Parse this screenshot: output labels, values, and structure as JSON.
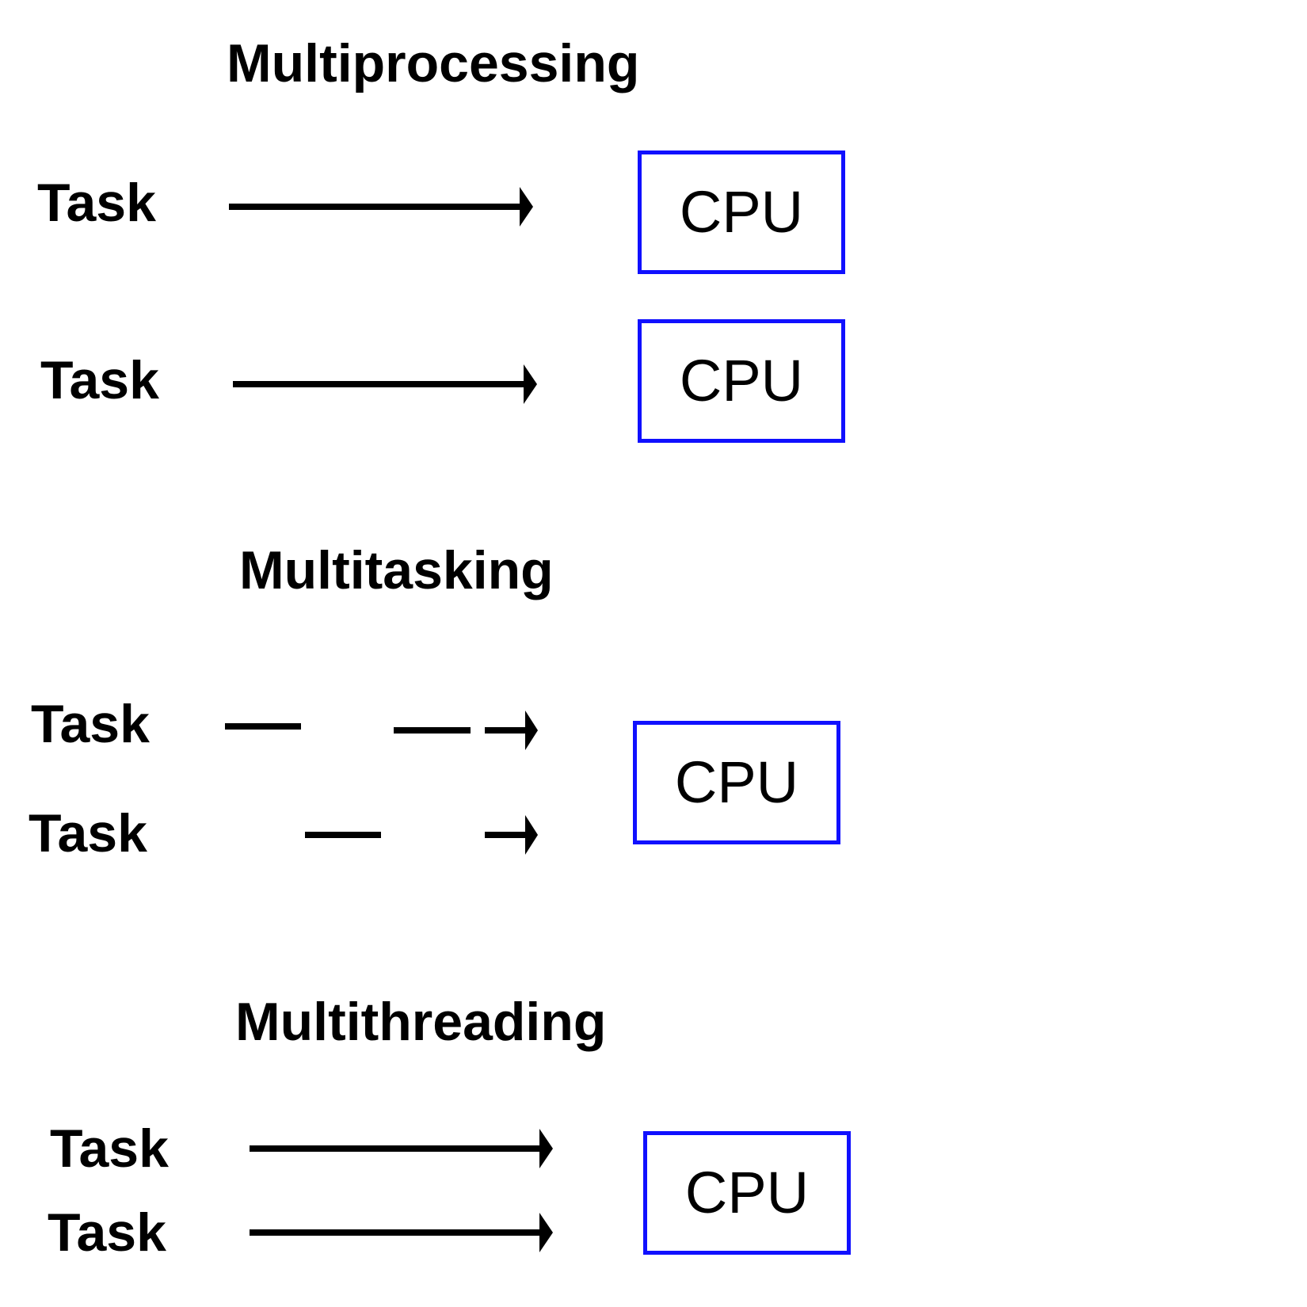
{
  "sections": [
    {
      "title": "Multiprocessing",
      "tasks": [
        "Task",
        "Task"
      ],
      "cpus": [
        "CPU",
        "CPU"
      ]
    },
    {
      "title": "Multitasking",
      "tasks": [
        "Task",
        "Task"
      ],
      "cpus": [
        "CPU"
      ]
    },
    {
      "title": "Multithreading",
      "tasks": [
        "Task",
        "Task"
      ],
      "cpus": [
        "CPU"
      ]
    }
  ],
  "colors": {
    "cpu_border": "#1010ff",
    "arrow": "#000000",
    "text": "#000000"
  }
}
